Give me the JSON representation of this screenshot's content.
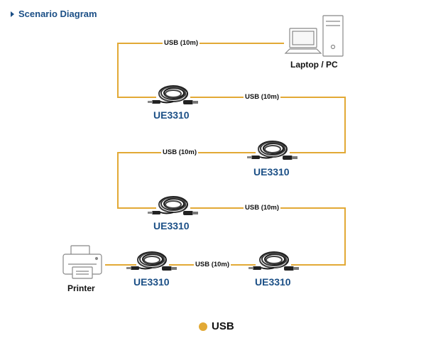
{
  "title": "Scenario Diagram",
  "colors": {
    "usb_wire": "#e2a935",
    "title": "#1b4f86",
    "device_label": "#1b4f86"
  },
  "nodes": {
    "computer": {
      "label": "Laptop / PC",
      "icon": "laptop-pc-icon"
    },
    "printer": {
      "label": "Printer",
      "icon": "printer-icon"
    }
  },
  "extenders": [
    {
      "label": "UE3310",
      "icon": "usb-cable-coil-icon"
    },
    {
      "label": "UE3310",
      "icon": "usb-cable-coil-icon"
    },
    {
      "label": "UE3310",
      "icon": "usb-cable-coil-icon"
    },
    {
      "label": "UE3310",
      "icon": "usb-cable-coil-icon"
    },
    {
      "label": "UE3310",
      "icon": "usb-cable-coil-icon"
    }
  ],
  "wires": [
    {
      "label": "USB (10m)"
    },
    {
      "label": "USB (10m)"
    },
    {
      "label": "USB  (10m)"
    },
    {
      "label": "USB (10m)"
    },
    {
      "label": "USB  (10m)"
    }
  ],
  "legend": {
    "label": "USB",
    "color": "#e2a935"
  }
}
